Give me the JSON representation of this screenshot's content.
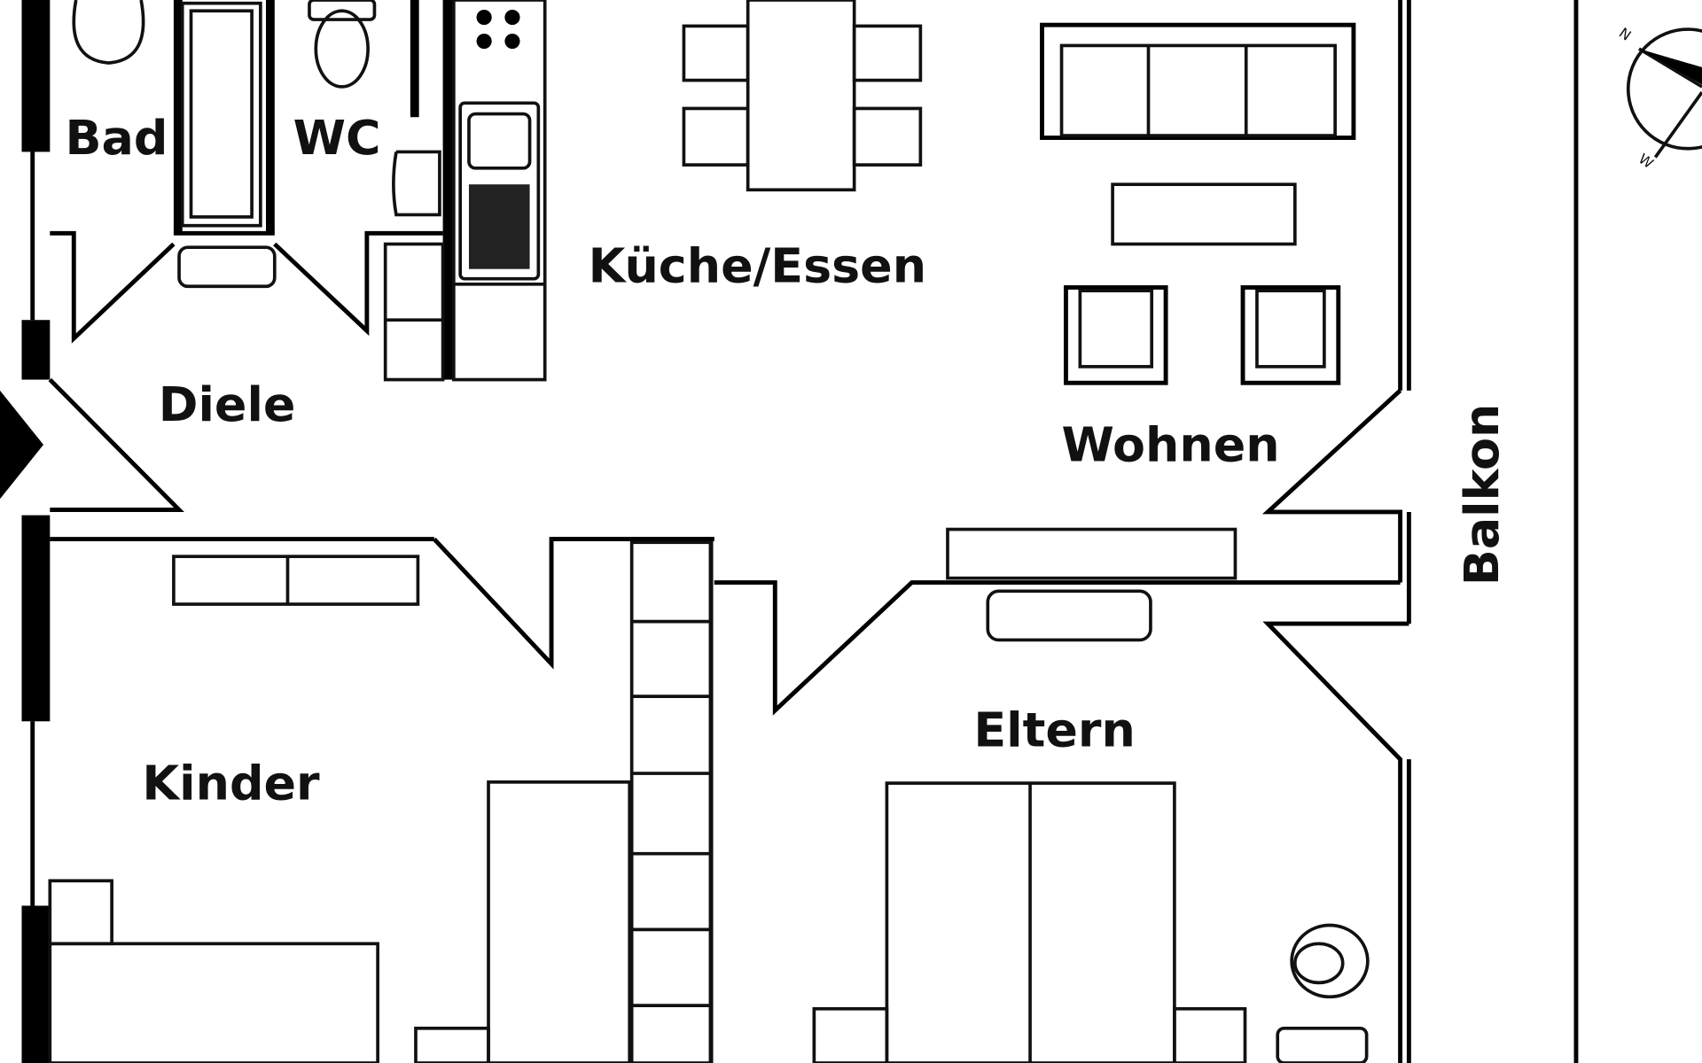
{
  "rooms": {
    "bad": "Bad",
    "wc": "WC",
    "kueche": "Küche/Essen",
    "wohnen": "Wohnen",
    "diele": "Diele",
    "balkon": "Balkon",
    "kinder": "Kinder",
    "eltern": "Eltern"
  },
  "compass": {
    "north": "N",
    "west": "W"
  }
}
